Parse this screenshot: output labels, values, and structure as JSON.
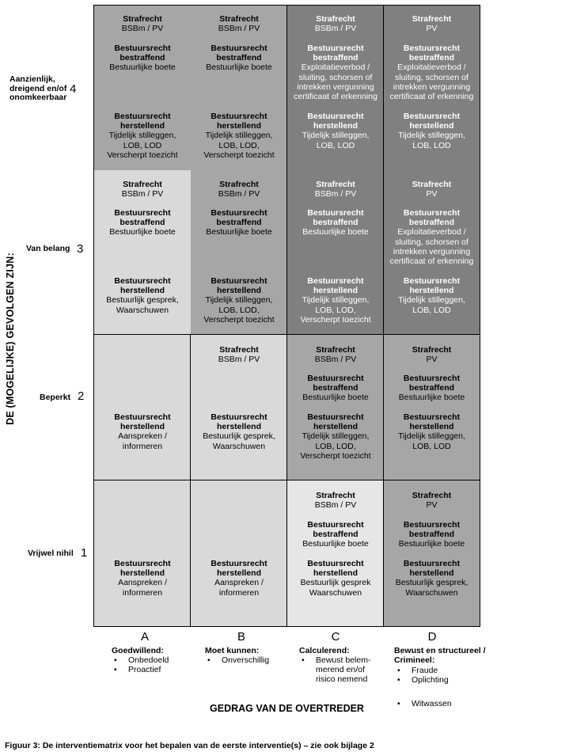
{
  "y_axis_label": "DE (MOGELIJKE) GEVOLGEN ZIJN:",
  "x_axis_label": "GEDRAG VAN DE OVERTREDER",
  "caption": "Figuur 3: De interventiematrix voor het bepalen van de eerste interventie(s) – zie ook bijlage 2",
  "rows": [
    {
      "num": "4",
      "label": "Aanzienlijk, dreigend en/of onomkeerbaar"
    },
    {
      "num": "3",
      "label": "Van belang"
    },
    {
      "num": "2",
      "label": "Beperkt"
    },
    {
      "num": "1",
      "label": "Vrijwel nihil"
    }
  ],
  "columns": [
    {
      "letter": "A",
      "title": "Goedwillend:",
      "bullets": [
        "Onbedoeld",
        "Proactief"
      ]
    },
    {
      "letter": "B",
      "title": "Moet kunnen:",
      "bullets": [
        "Onverschillig"
      ]
    },
    {
      "letter": "C",
      "title": "Calculerend:",
      "bullets": [
        "Bewust belem-merend en/of risico nemend"
      ]
    },
    {
      "letter": "D",
      "title": "Bewust en structureel / Crimineel:",
      "bullets": [
        "Fraude",
        "Oplichting",
        "Witwassen"
      ]
    }
  ],
  "cells": {
    "r4": {
      "a": {
        "b1": "Strafrecht",
        "t1": "BSBm / PV",
        "b2": "Bestuursrecht bestraffend",
        "t2": "Bestuurlijke boete",
        "b3": "Bestuursrecht herstellend",
        "t3": "Tijdelijk stilleggen, LOB, LOD Verscherpt toezicht"
      },
      "b": {
        "b1": "Strafrecht",
        "t1": "BSBm / PV",
        "b2": "Bestuursrecht bestraffend",
        "t2": "Bestuurlijke boete",
        "b3": "Bestuursrecht herstellend",
        "t3": "Tijdelijk stilleggen, LOB, LOD, Verscherpt toezicht"
      },
      "c": {
        "b1": "Strafrecht",
        "t1": "BSBm / PV",
        "b2": "Bestuursrecht bestraffend",
        "t2": "Exploitatieverbod / sluiting, schorsen of intrekken vergunning certificaat of erkenning",
        "b3": "Bestuursrecht herstellend",
        "t3": "Tijdelijk stilleggen, LOB, LOD"
      },
      "d": {
        "b1": "Strafrecht",
        "t1": "PV",
        "b2": "Bestuursrecht bestraffend",
        "t2": "Exploitatieverbod / sluiting, schorsen of intrekken vergunning certificaat of erkenning",
        "b3": "Bestuursrecht herstellend",
        "t3": "Tijdelijk stilleggen, LOB, LOD"
      }
    },
    "r3": {
      "a": {
        "b1": "Strafrecht",
        "t1": "BSBm / PV",
        "b2": "Bestuursrecht bestraffend",
        "t2": "Bestuurlijke boete",
        "b3": "Bestuursrecht herstellend",
        "t3": "Bestuurlijk gesprek, Waarschuwen"
      },
      "b": {
        "b1": "Strafrecht",
        "t1": "BSBm / PV",
        "b2": "Bestuursrecht bestraffend",
        "t2": "Bestuurlijke boete",
        "b3": "Bestuursrecht herstellend",
        "t3": "Tijdelijk stilleggen, LOB, LOD, Verscherpt toezicht"
      },
      "c": {
        "b1": "Strafrecht",
        "t1": "BSBm / PV",
        "b2": "Bestuursrecht bestraffend",
        "t2": "Bestuurlijke boete",
        "b3": "Bestuursrecht herstellend",
        "t3": "Tijdelijk stilleggen, LOB, LOD, Verscherpt toezicht"
      },
      "d": {
        "b1": "Strafrecht",
        "t1": "PV",
        "b2": "Bestuursrecht bestraffend",
        "t2": "Exploitatieverbod / sluiting, schorsen of intrekken vergunning certificaat of erkenning",
        "b3": "Bestuursrecht herstellend",
        "t3": "Tijdelijk stilleggen, LOB, LOD"
      }
    },
    "r2": {
      "a": {
        "b3": "Bestuursrecht herstellend",
        "t3": "Aanspreken / informeren"
      },
      "b": {
        "b1": "Strafrecht",
        "t1": "BSBm / PV",
        "b3": "Bestuursrecht herstellend",
        "t3": "Bestuurlijk gesprek, Waarschuwen"
      },
      "c": {
        "b1": "Strafrecht",
        "t1": "BSBm / PV",
        "b2": "Bestuursrecht bestraffend",
        "t2": "Bestuurlijke boete",
        "b3": "Bestuursrecht herstellend",
        "t3": "Tijdelijk stilleggen, LOB, LOD, Verscherpt toezicht"
      },
      "d": {
        "b1": "Strafrecht",
        "t1": "PV",
        "b2": "Bestuursrecht bestraffend",
        "t2": "Bestuurlijke boete",
        "b3": "Bestuursrecht herstellend",
        "t3": "Tijdelijk stilleggen, LOB, LOD"
      }
    },
    "r1": {
      "a": {
        "b3": "Bestuursrecht herstellend",
        "t3": "Aanspreken / informeren"
      },
      "b": {
        "b3": "Bestuursrecht herstellend",
        "t3": "Aanspreken / informeren"
      },
      "c": {
        "b1": "Strafrecht",
        "t1": "BSBm / PV",
        "b2": "Bestuursrecht bestraffend",
        "t2": "Bestuurlijke boete",
        "b3": "Bestuursrecht herstellend",
        "t3": "Bestuurlijk gesprek Waarschuwen"
      },
      "d": {
        "b1": "Strafrecht",
        "t1": "PV",
        "b2": "Bestuursrecht bestraffend",
        "t2": "Bestuurlijke boete",
        "b3": "Bestuursrecht herstellend",
        "t3": "Bestuurlijk gesprek, Waarschuwen"
      }
    }
  }
}
